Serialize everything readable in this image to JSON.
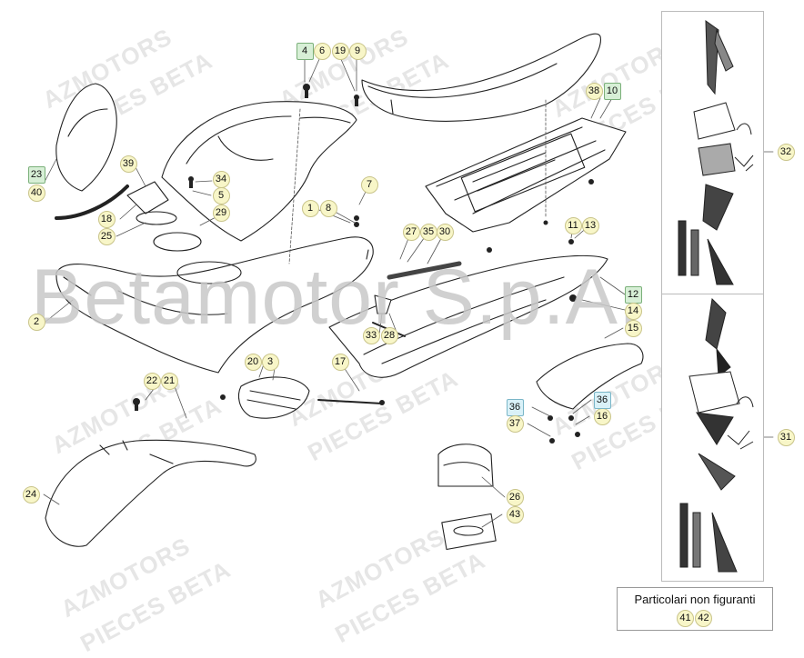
{
  "watermark": "Betamotor S.p.A.",
  "bg_watermark": [
    "AZMOTORS",
    "PIECES BETA"
  ],
  "note": {
    "title": "Particolari non figuranti",
    "parts": [
      "41",
      "42"
    ]
  },
  "labels": [
    "4",
    "6",
    "19",
    "9",
    "38",
    "10",
    "32",
    "23",
    "40",
    "39",
    "34",
    "5",
    "18",
    "25",
    "29",
    "1",
    "8",
    "7",
    "27",
    "35",
    "30",
    "11",
    "13",
    "12",
    "14",
    "15",
    "2",
    "33",
    "28",
    "20",
    "3",
    "17",
    "22",
    "21",
    "36",
    "37",
    "16",
    "24",
    "26",
    "43",
    "31"
  ]
}
